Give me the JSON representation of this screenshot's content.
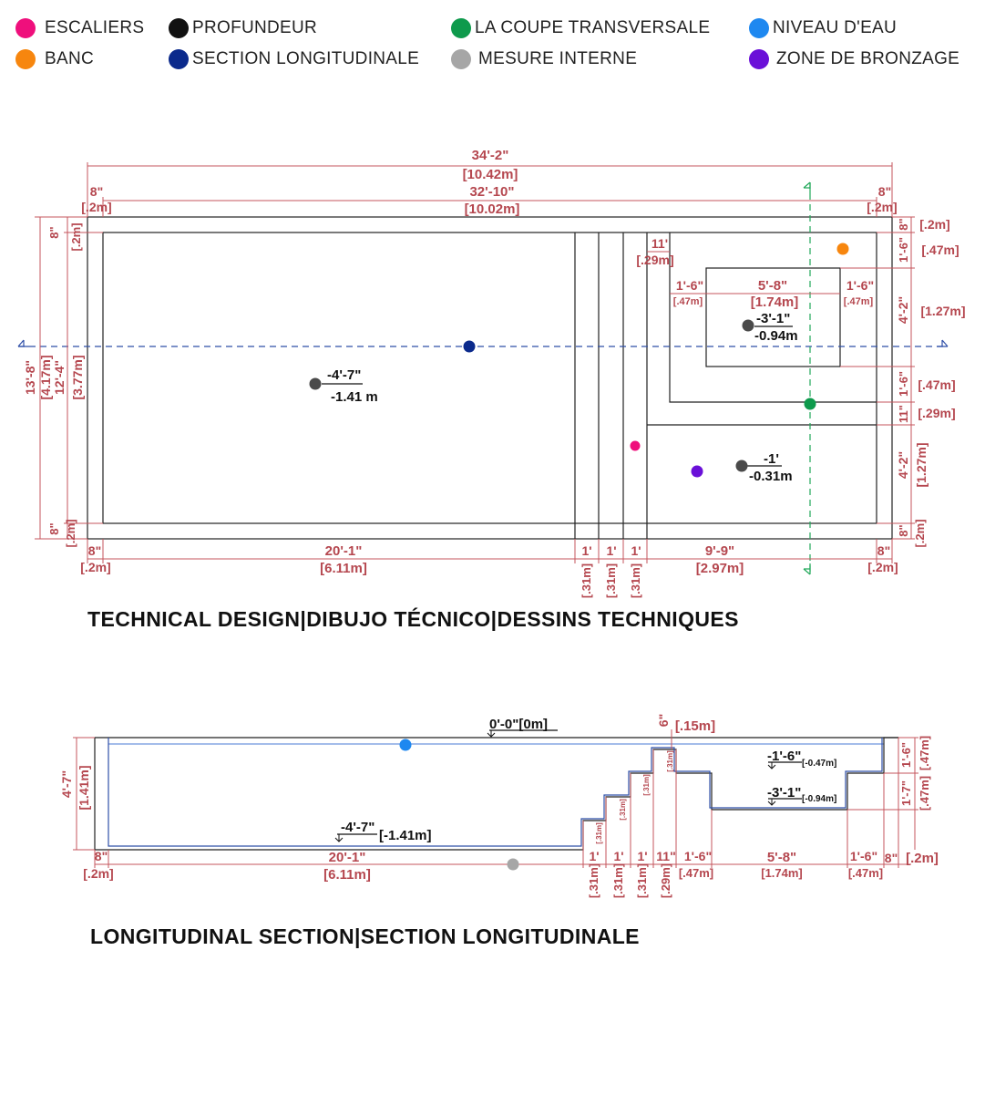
{
  "legend": [
    {
      "label": "ESCALIERS",
      "color": "#ef0f7c"
    },
    {
      "label": "BANC",
      "color": "#f7860e"
    },
    {
      "label": "PROFUNDEUR",
      "color": "#111111"
    },
    {
      "label": "SECTION LONGITUDINALE",
      "color": "#0b2a8c"
    },
    {
      "label": "LA COUPE TRANSVERSALE",
      "color": "#0e9a4c"
    },
    {
      "label": "MESURE INTERNE",
      "color": "#a6a6a6"
    },
    {
      "label": "NIVEAU D'EAU",
      "color": "#1e88f0"
    },
    {
      "label": "ZONE DE BRONZAGE",
      "color": "#6a10d8"
    }
  ],
  "plan": {
    "title": "TECHNICAL DESIGN|DIBUJO TÉCNICO|DESSINS TECHNIQUES",
    "overall_length": [
      "34'-2\"",
      "[10.42m]"
    ],
    "inner_length": [
      "32'-10\"",
      "[10.02m]"
    ],
    "wall_left_top": [
      "8\"",
      "[.2m]"
    ],
    "wall_right_top": [
      "8\"",
      "[.2m]"
    ],
    "wall_left_bottom": [
      "8\"",
      "[.2m]"
    ],
    "wall_right_bottom": [
      "8\"",
      "[.2m]"
    ],
    "deep_length": [
      "20'-1\"",
      "[6.11m]"
    ],
    "step1": [
      "1'",
      "[.31m]"
    ],
    "step2": [
      "1'",
      "[.31m]"
    ],
    "step3": [
      "1'",
      "[.31m]"
    ],
    "shallow_length": [
      "9'-9\"",
      "[2.97m]"
    ],
    "overall_width": [
      "13'-8\"",
      "[4.17m]"
    ],
    "inner_width": [
      "12'-4\"",
      "[3.77m]"
    ],
    "wall_top_left": [
      "8\"",
      "[.2m]"
    ],
    "wall_bottom_left": [
      "8\"",
      "[.2m]"
    ],
    "step_top": [
      "11'",
      "[.29m]"
    ],
    "lounge_left": [
      "1'-6\"",
      "[.47m]"
    ],
    "lounge_width": [
      "5'-8\"",
      "[1.74m]"
    ],
    "lounge_right": [
      "1'-6\"",
      "[.47m]"
    ],
    "right_dims": [
      [
        "8\"",
        "[.2m]"
      ],
      [
        "1'-6\"",
        "[.47m]"
      ],
      [
        "4'-2\"",
        "[1.27m]"
      ],
      [
        "1'-6\"",
        "[.47m]"
      ],
      [
        "11\"",
        "[.29m]"
      ],
      [
        "4'-2\"",
        "[1.27m]"
      ],
      [
        "8\"",
        "[.2m]"
      ]
    ],
    "depth_deep": [
      "-4'-7\"",
      "-1.41 m"
    ],
    "depth_lounge": [
      "-3'-1\"",
      "-0.94m"
    ],
    "depth_shallow": [
      "-1'",
      "-0.31m"
    ]
  },
  "section": {
    "title": "LONGITUDINAL SECTION|SECTION LONGITUDINALE",
    "water_level": "0'-0\"[0m]",
    "depth": [
      "4'-7\"",
      "[1.41m]"
    ],
    "floor_label": [
      "-4'-7\"",
      "[-1.41m]"
    ],
    "riser": [
      "6\"",
      "[.15m]"
    ],
    "bench_label": [
      "-1'-6\"",
      "[-0.47m]"
    ],
    "lounge_label": [
      "-3'-1\"",
      "[-0.94m]"
    ],
    "right_top": [
      "1'-6\"",
      "[.47m]"
    ],
    "right_bottom": [
      "1'-7\"",
      "[.47m]"
    ],
    "wall_left": [
      "8\"",
      "[.2m]"
    ],
    "deep_length": [
      "20'-1\"",
      "[6.11m]"
    ],
    "steps": [
      [
        "1'",
        "[.31m]"
      ],
      [
        "1'",
        "[.31m]"
      ],
      [
        "1'",
        "[.31m]"
      ],
      [
        "11\"",
        "[.29m]"
      ]
    ],
    "step_rise": "[.31m]",
    "bench_left": [
      "1'-6\"",
      "[.47m]"
    ],
    "lounge_len": [
      "5'-8\"",
      "[1.74m]"
    ],
    "bench_right": [
      "1'-6\"",
      "[.47m]"
    ],
    "wall_right": [
      "8\"",
      "[.2m]"
    ]
  }
}
